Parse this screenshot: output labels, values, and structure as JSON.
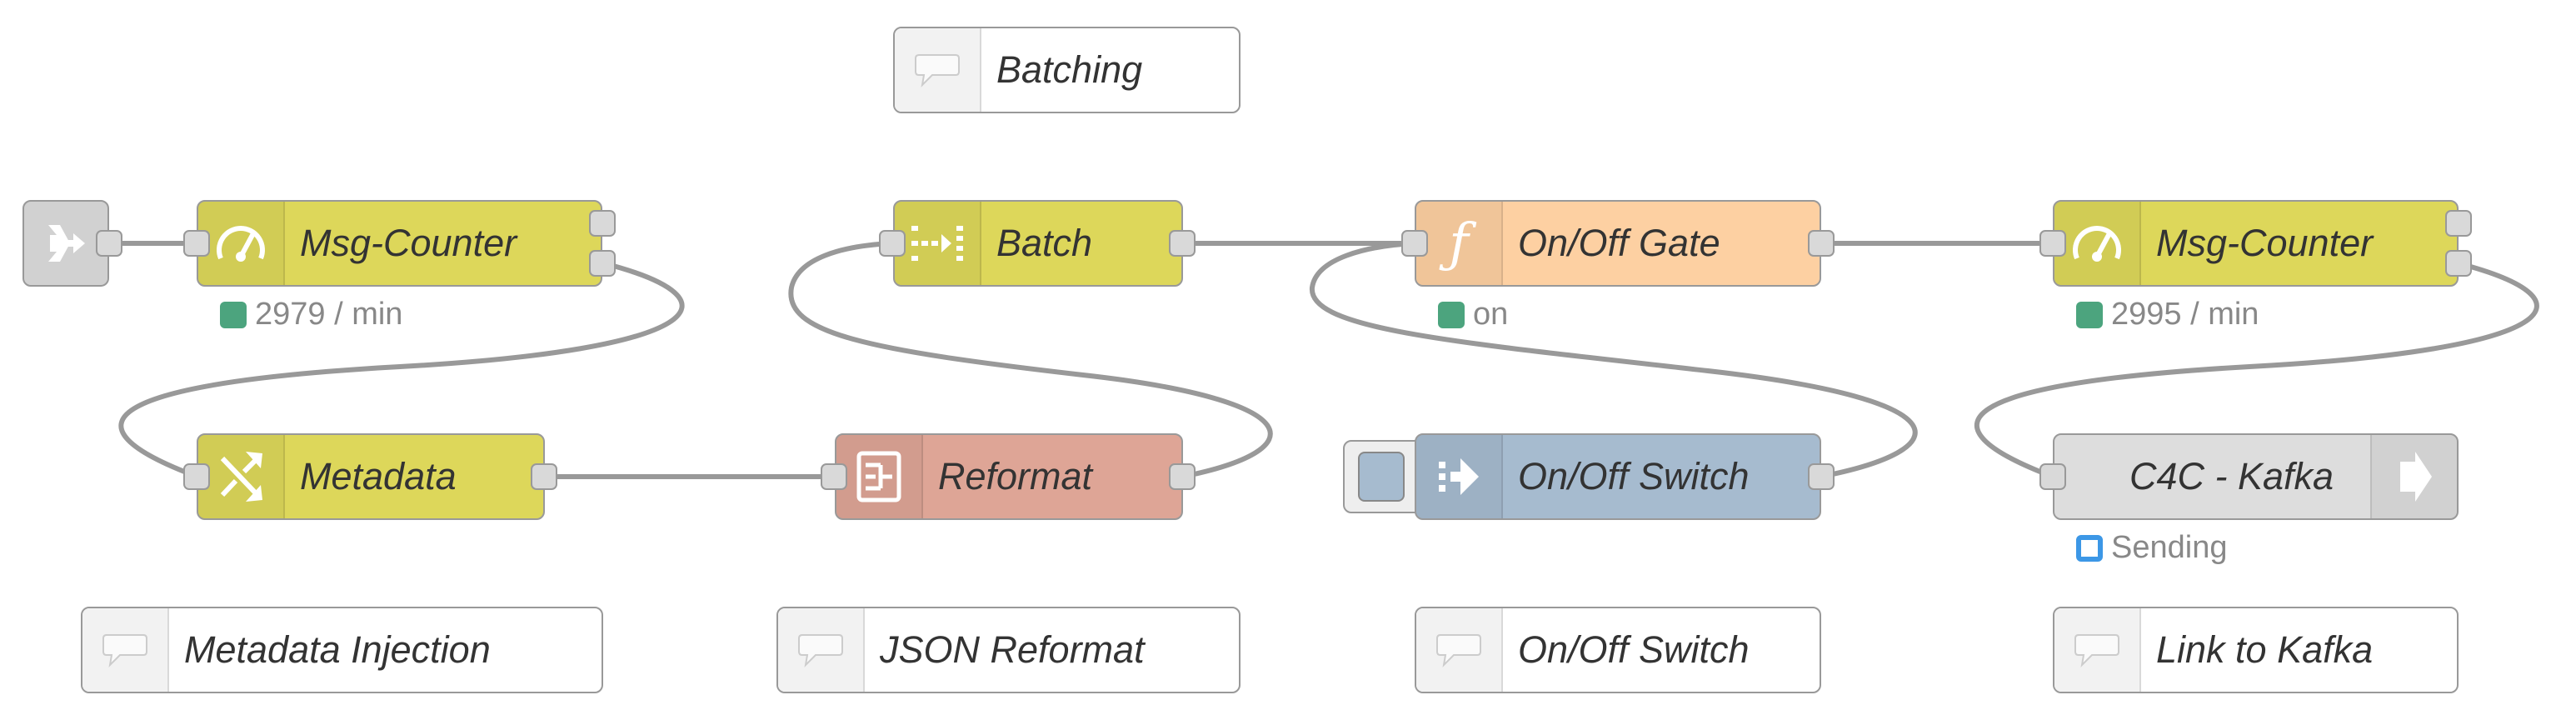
{
  "colors": {
    "counter": "#ddd75a",
    "change": "#ddd75a",
    "template": "#dea596",
    "batch": "#ddd75a",
    "function": "#fdd0a2",
    "inject": "#a6bbcf",
    "link": "#dddddd",
    "comment": "#ffffff",
    "status_green": "#4ca47e",
    "status_blue": "#3c97e6"
  },
  "nodes": {
    "link_in": {
      "icon": "link-in-icon"
    },
    "counter_1": {
      "label": "Msg-Counter",
      "icon": "gauge-icon",
      "status": "2979 / min",
      "status_color": "green"
    },
    "metadata": {
      "label": "Metadata",
      "icon": "shuffle-icon"
    },
    "reformat": {
      "label": "Reformat",
      "icon": "template-icon"
    },
    "batch": {
      "label": "Batch",
      "icon": "batch-icon"
    },
    "gate": {
      "label": "On/Off Gate",
      "icon": "function-icon",
      "status": "on",
      "status_color": "green"
    },
    "switch": {
      "label": "On/Off Switch",
      "icon": "inject-arrow-icon"
    },
    "counter_2": {
      "label": "Msg-Counter",
      "icon": "gauge-icon",
      "status": "2995 / min",
      "status_color": "green"
    },
    "kafka": {
      "label": "C4C - Kafka",
      "icon": "link-out-icon",
      "status": "Sending",
      "status_color": "blue"
    }
  },
  "comments": {
    "batching": "Batching",
    "metadata_injection": "Metadata Injection",
    "json_reformat": "JSON Reformat",
    "onoff_switch": "On/Off Switch",
    "link_to_kafka": "Link to Kafka"
  }
}
